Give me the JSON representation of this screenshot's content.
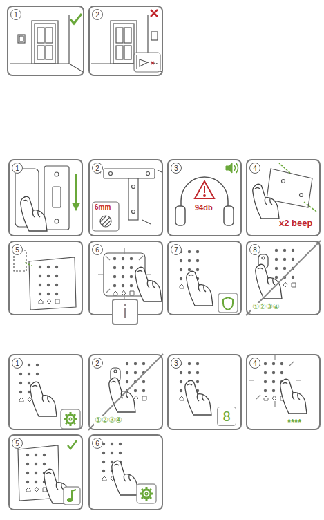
{
  "diagram": {
    "nodes": [
      {
        "text": [
          "1"
        ]
      },
      {
        "text": [
          "2"
        ]
      },
      {
        "text": [
          "1"
        ]
      },
      {
        "text": [
          "2",
          "6mm"
        ]
      },
      {
        "text": [
          "3",
          "94db"
        ]
      },
      {
        "text": [
          "4",
          "x2 beep"
        ]
      },
      {
        "text": [
          "5"
        ]
      },
      {
        "text": [
          "6",
          "i"
        ]
      },
      {
        "text": [
          "7"
        ]
      },
      {
        "text": [
          "8",
          "①②③④"
        ]
      },
      {
        "text": [
          "1"
        ]
      },
      {
        "text": [
          "2",
          "①②③④"
        ]
      },
      {
        "text": [
          "3",
          "8"
        ]
      },
      {
        "text": [
          "4",
          "****"
        ]
      },
      {
        "text": [
          "5"
        ]
      },
      {
        "text": [
          "6"
        ]
      }
    ]
  }
}
